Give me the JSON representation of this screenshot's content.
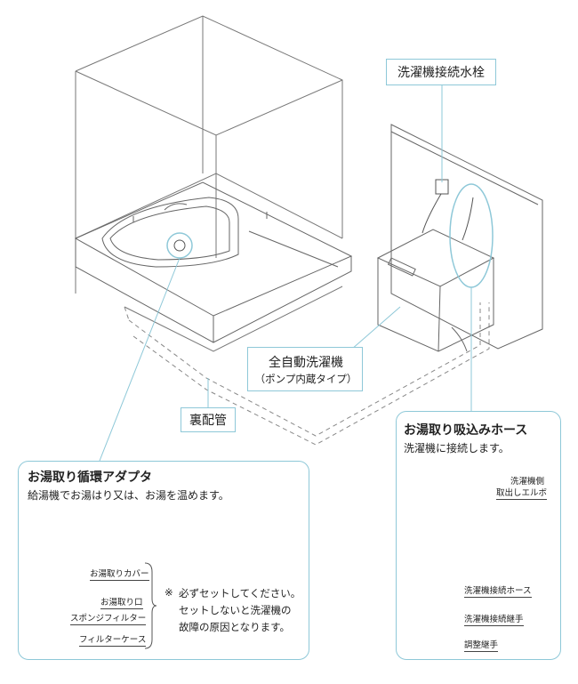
{
  "labels": {
    "faucet": "洗濯機接続水栓",
    "washer_line1": "全自動洗濯機",
    "washer_line2": "（ポンプ内蔵タイプ）",
    "piping": "裏配管"
  },
  "adapter_panel": {
    "title": "お湯取り循環アダプタ",
    "desc": "給湯機でお湯はり又は、お湯を温めます。",
    "parts": [
      "お湯取りカバー",
      "お湯取り口",
      "スポンジフィルター",
      "フィルターケース"
    ],
    "note_mark": "※",
    "note_lines": [
      "必ずセットしてください。",
      "セットしないと洗濯機の",
      "故障の原因となります。"
    ]
  },
  "hose_panel": {
    "title": "お湯取り吸込みホース",
    "desc": "洗濯機に接続します。",
    "elbow_line1": "洗濯機側",
    "elbow_line2": "取出しエルボ",
    "parts": [
      "洗濯機接続ホース",
      "洗濯機接続継手",
      "調整継手"
    ]
  },
  "colors": {
    "accent": "#8ec8d8",
    "line": "#666666",
    "text": "#222222"
  }
}
